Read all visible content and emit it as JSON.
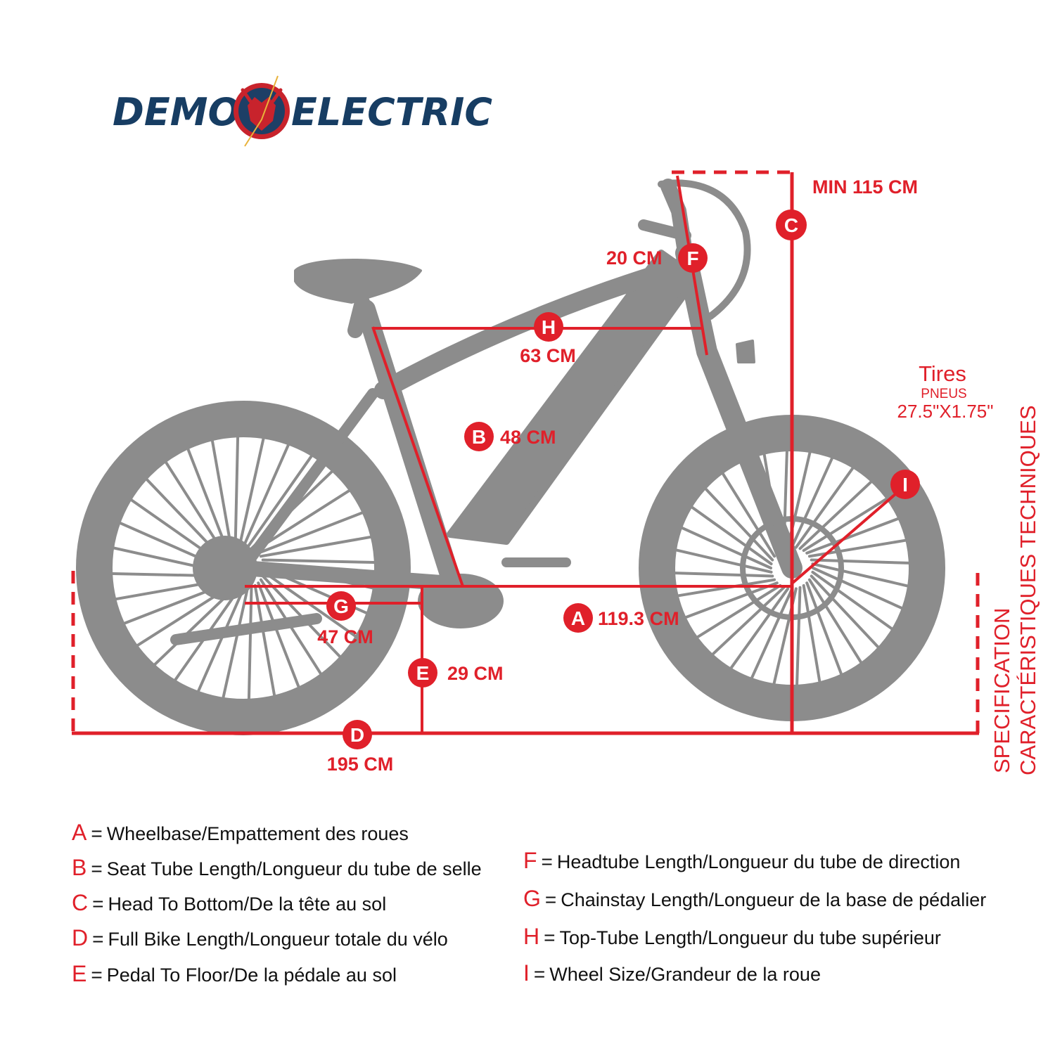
{
  "brand": {
    "left": "DEMON",
    "right": "ELECTRIC"
  },
  "colors": {
    "accent": "#e0202a",
    "bike": "#8c8c8c",
    "brand_navy": "#173d63",
    "text": "#111111"
  },
  "measurements": {
    "A": {
      "letter": "A",
      "value": "119.3 CM"
    },
    "B": {
      "letter": "B",
      "value": "48 CM"
    },
    "C": {
      "letter": "C",
      "value": "MIN 115 CM"
    },
    "D": {
      "letter": "D",
      "value": "195 CM"
    },
    "E": {
      "letter": "E",
      "value": "29 CM"
    },
    "F": {
      "letter": "F",
      "value": "20 CM"
    },
    "G": {
      "letter": "G",
      "value": "47 CM"
    },
    "H": {
      "letter": "H",
      "value": "63 CM"
    },
    "I": {
      "letter": "I",
      "value": ""
    }
  },
  "tires": {
    "title": "Tires",
    "subtitle": "PNEUS",
    "size": "27.5\"X1.75\""
  },
  "side_title": {
    "line1": "SPECIFICATION",
    "line2": "CARACTÉRISTIQUES TECHNIQUES"
  },
  "legend": {
    "left": [
      {
        "letter": "A",
        "text": "Wheelbase/Empattement des roues"
      },
      {
        "letter": "B",
        "text": "Seat Tube Length/Longueur du tube de selle"
      },
      {
        "letter": "C",
        "text": "Head To Bottom/De la tête au sol"
      },
      {
        "letter": "D",
        "text": "Full Bike Length/Longueur totale du vélo"
      },
      {
        "letter": "E",
        "text": "Pedal To Floor/De la pédale au sol"
      }
    ],
    "right": [
      {
        "letter": "F",
        "text": "Headtube Length/Longueur du tube de direction"
      },
      {
        "letter": "G",
        "text": "Chainstay Length/Longueur de la base de pédalier"
      },
      {
        "letter": "H",
        "text": "Top-Tube Length/Longueur du tube supérieur"
      },
      {
        "letter": "I",
        "text": "Wheel Size/Grandeur de la roue"
      }
    ]
  }
}
